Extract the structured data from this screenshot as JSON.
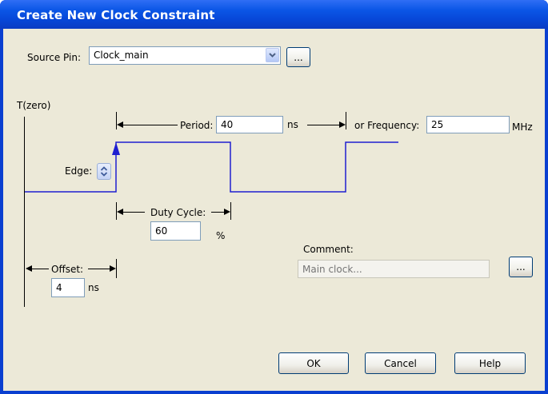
{
  "window": {
    "title": "Create New Clock Constraint"
  },
  "source_pin": {
    "label": "Source Pin:",
    "value": "Clock_main",
    "browse_label": "..."
  },
  "diagram": {
    "tzero_label": "T(zero)",
    "edge_label": "Edge:",
    "waveform_color": "#1f1fd0"
  },
  "period": {
    "label": "Period:",
    "value": "40",
    "unit": "ns"
  },
  "frequency": {
    "label": "or Frequency:",
    "value": "25",
    "unit": "MHz"
  },
  "duty_cycle": {
    "label": "Duty Cycle:",
    "value": "60",
    "unit": "%"
  },
  "offset": {
    "label": "Offset:",
    "value": "4",
    "unit": "ns"
  },
  "comment": {
    "label": "Comment:",
    "placeholder": "Main clock...",
    "browse_label": "..."
  },
  "buttons": {
    "ok": "OK",
    "cancel": "Cancel",
    "help": "Help"
  }
}
